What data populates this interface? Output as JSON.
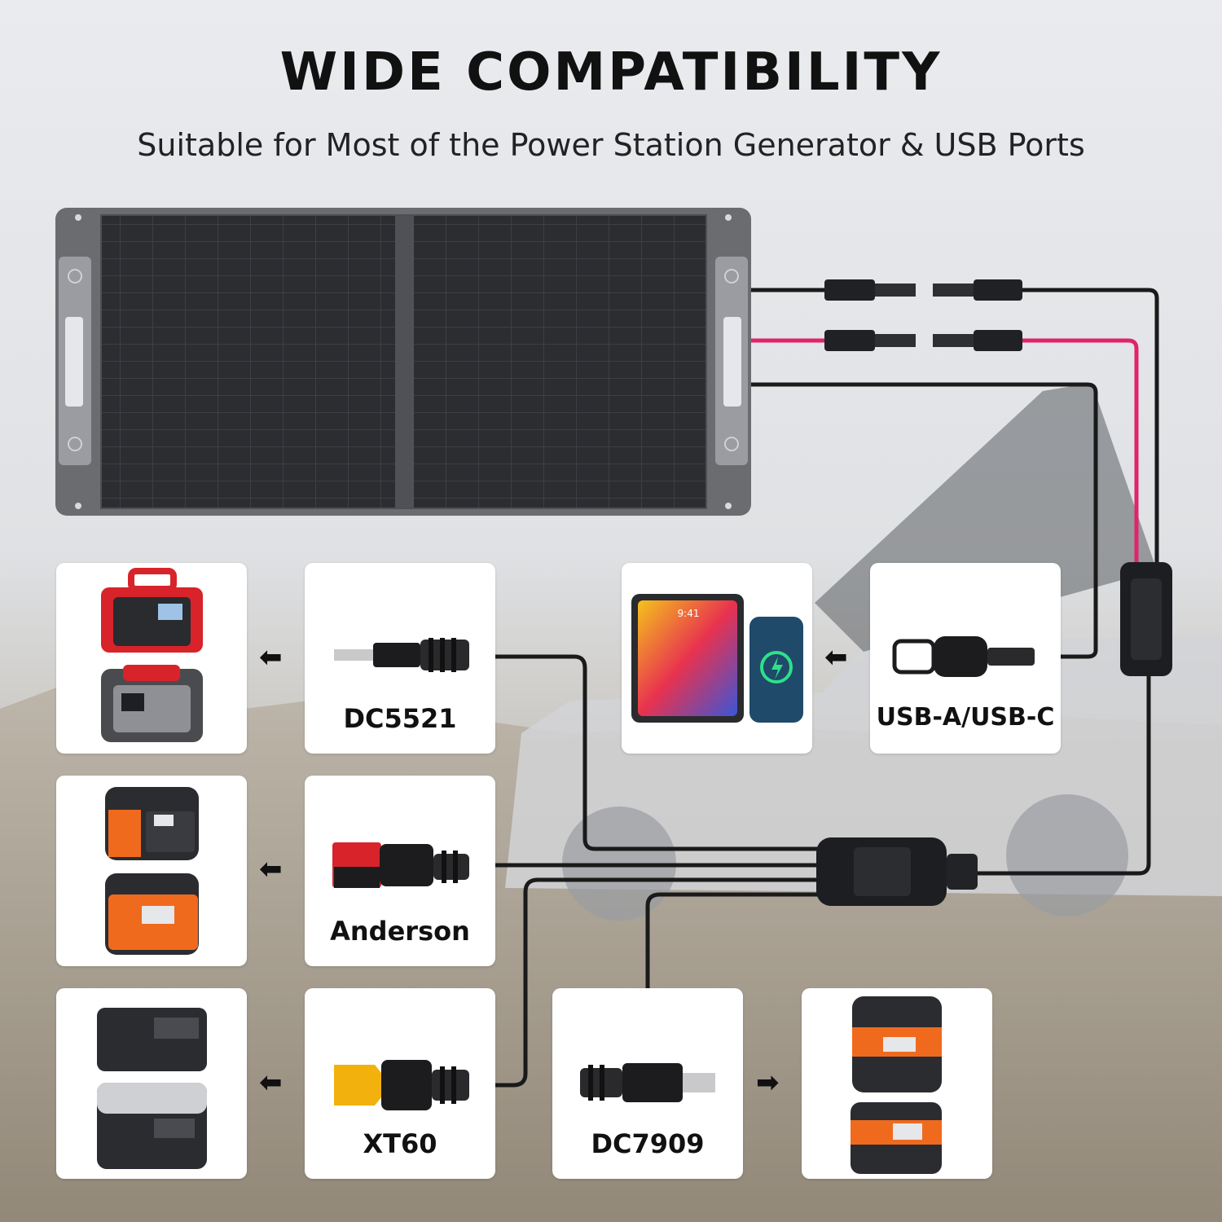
{
  "header": {
    "title": "WIDE COMPATIBILITY",
    "subtitle": "Suitable for Most of the Power Station Generator & USB Ports"
  },
  "connectors": {
    "dc5521": "DC5521",
    "anderson": "Anderson",
    "xt60": "XT60",
    "dc7909": "DC7909",
    "usb": "USB-A/USB-C"
  },
  "arrows": {
    "left": "⬅",
    "right": "➡"
  },
  "colors": {
    "panel_cell": "#2b2d31",
    "panel_frame": "#6b6c70",
    "cable_black": "#1a1a1a",
    "cable_red": "#e0246b",
    "station_red": "#d8232a",
    "station_orange": "#f06a1e"
  },
  "screen": {
    "time": "9:41"
  }
}
